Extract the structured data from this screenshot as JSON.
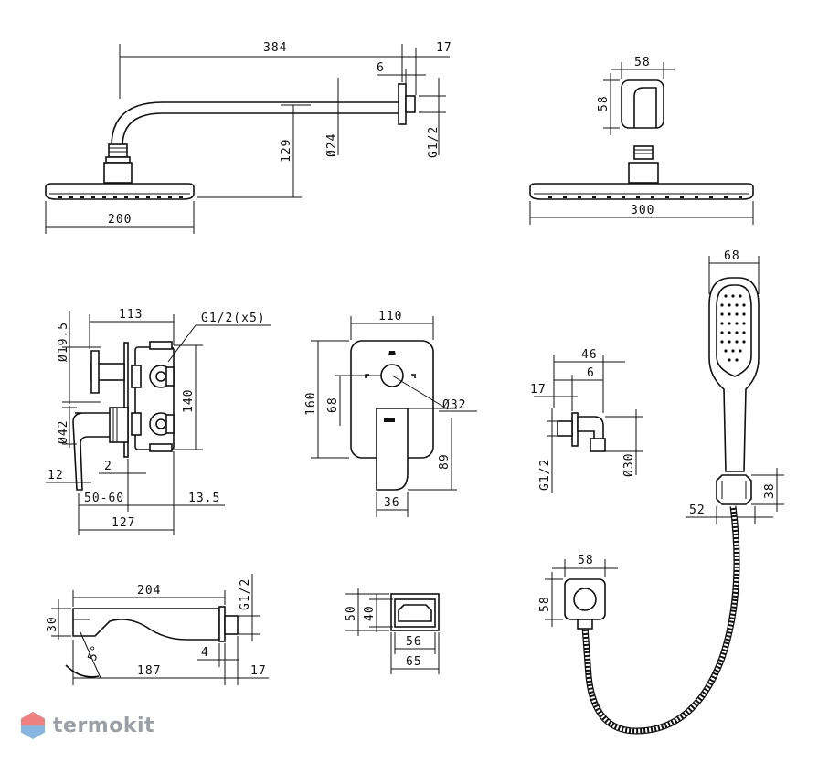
{
  "dimensions": {
    "shower_arm_length": "384",
    "flange_depth": "17",
    "flange_thickness": "6",
    "arm_diameter": "Ø24",
    "arm_thread": "G1/2",
    "head_drop": "129",
    "head_width_side": "200",
    "bracket_size_w": "58",
    "bracket_size_h": "58",
    "head_width_front": "300",
    "mixer_depth": "113",
    "mixer_threads": "G1/2(x5)",
    "mixer_outlet_diameter": "Ø19.5",
    "mixer_height": "140",
    "mixer_handle_diameter": "Ø42",
    "mixer_gap_2": "2",
    "mixer_plate_offset": "12",
    "mixer_install_depth": "50-60",
    "mixer_body_offset": "13.5",
    "mixer_total_depth": "127",
    "plate_width": "110",
    "plate_height": "160",
    "plate_center": "68",
    "plate_knob_diameter": "Ø32",
    "lever_height": "89",
    "lever_width": "36",
    "hand_shower_width": "68",
    "outlet_depth": "46",
    "outlet_flange": "6",
    "outlet_offset": "17",
    "outlet_thread": "G1/2",
    "outlet_diameter": "Ø30",
    "holder_height": "38",
    "holder_offset": "52",
    "spout_length": "204",
    "spout_thread": "G1/2",
    "spout_height": "30",
    "spout_angle": "5°",
    "spout_flange": "4",
    "spout_reach": "187",
    "spout_flange_depth": "17",
    "cover_height_outer": "50",
    "cover_height_inner": "40",
    "cover_width_inner": "56",
    "cover_width_outer": "65",
    "bracket2_width": "58",
    "bracket2_height": "58"
  },
  "brand": {
    "name": "termokit",
    "logo_icon": "hexagon-logo-icon",
    "color": "#9aa0a6",
    "accent_top": "#f08080",
    "accent_bottom": "#87b6e0"
  }
}
